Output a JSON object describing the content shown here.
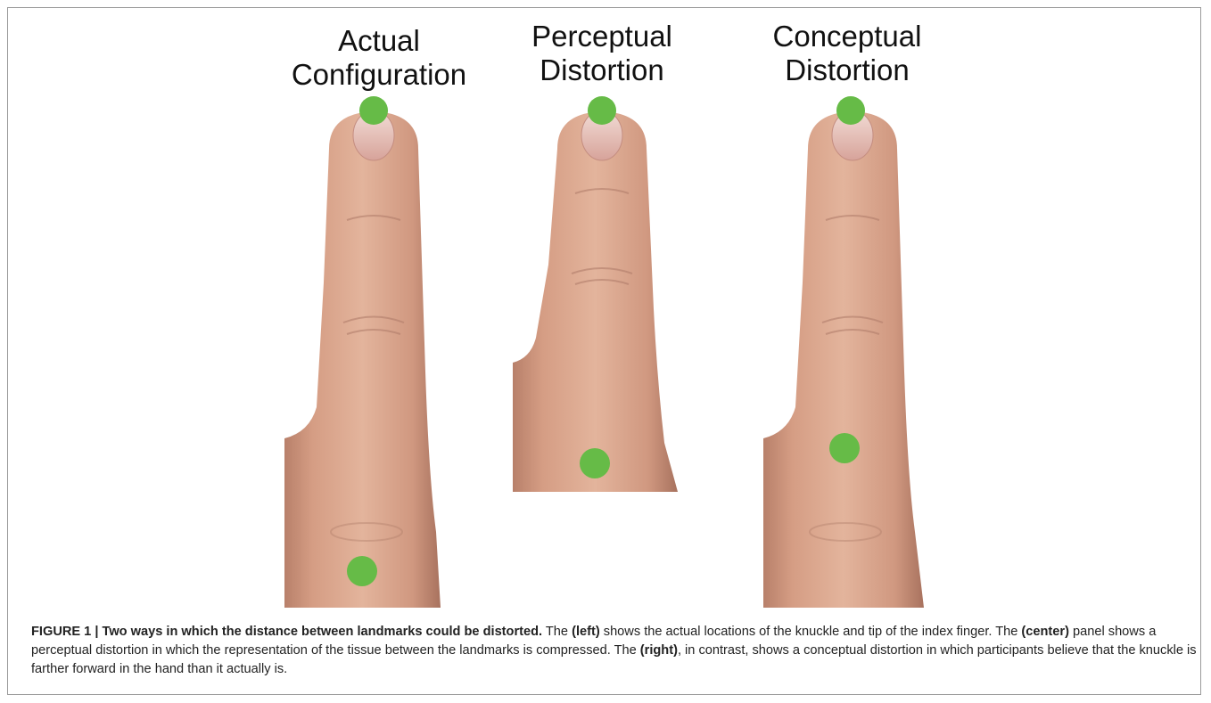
{
  "figure": {
    "panels": [
      {
        "id": "left",
        "title_line1": "Actual",
        "title_line2": "Configuration"
      },
      {
        "id": "center",
        "title_line1": "Perceptual",
        "title_line2": "Distortion"
      },
      {
        "id": "right",
        "title_line1": "Conceptual",
        "title_line2": "Distortion"
      }
    ],
    "landmark_color": "#66bb47",
    "skin_color": "#d9a187",
    "caption": {
      "label": "FIGURE 1 | Two ways in which the distance between landmarks could be distorted.",
      "part1": " The ",
      "left": "(left)",
      "part2": " shows the actual locations of the knuckle and tip of the index finger. The ",
      "center": "(center)",
      "part3": " panel shows a perceptual distortion in which the representation of the tissue between the landmarks is compressed. The ",
      "right": "(right)",
      "part4": ", in contrast, shows a conceptual distortion in which participants believe that the knuckle is farther forward in the hand than it actually is."
    }
  }
}
